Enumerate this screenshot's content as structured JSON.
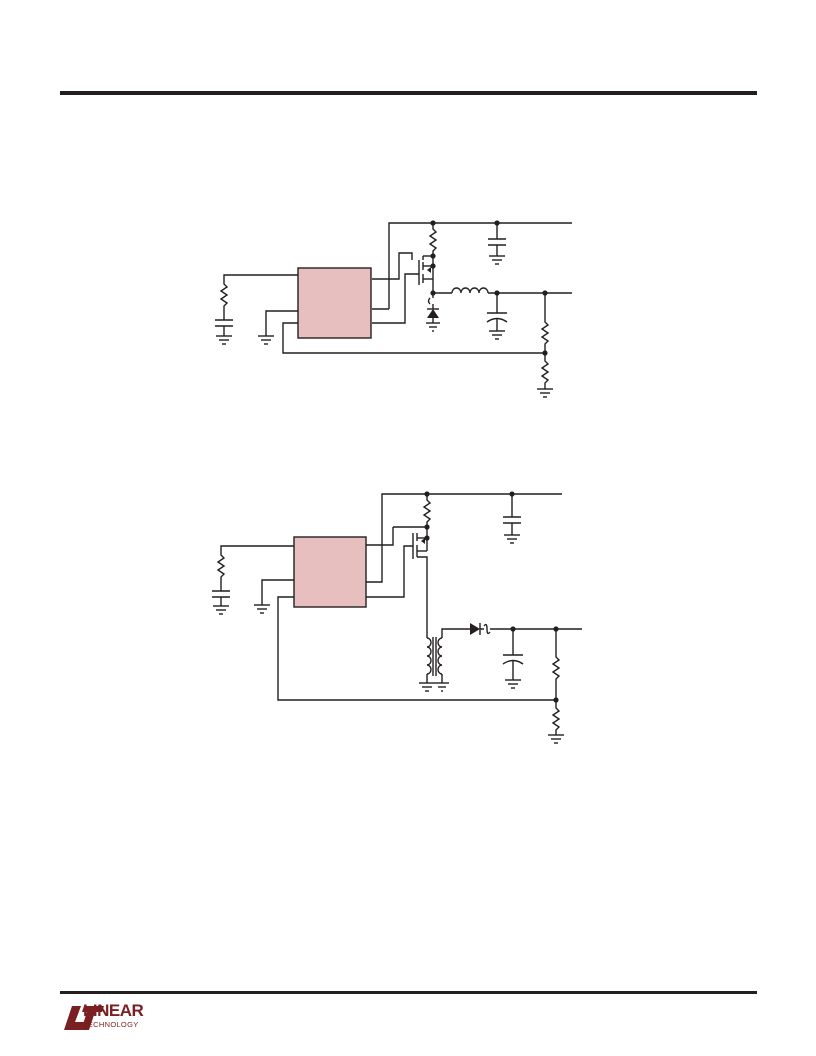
{
  "footer": {
    "brand_line1": "LINEAR",
    "brand_line2": "TECHNOLOGY",
    "brand_color": "#7a1f22"
  },
  "colors": {
    "ink": "#231f20",
    "ic_fill": "#e8bfbf"
  },
  "figures": [
    {
      "topology": "buck",
      "icons": [
        "ic-block",
        "p-mosfet",
        "schottky-diode",
        "inductor",
        "capacitor",
        "resistor",
        "ground"
      ]
    },
    {
      "topology": "flyback",
      "icons": [
        "ic-block",
        "p-mosfet",
        "transformer",
        "schottky-diode",
        "capacitor",
        "resistor",
        "ground"
      ]
    }
  ]
}
